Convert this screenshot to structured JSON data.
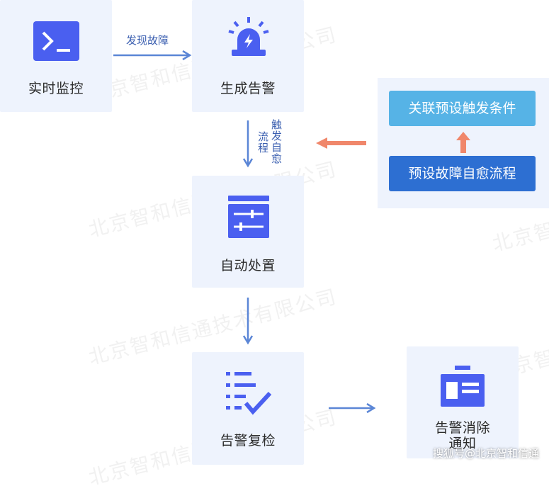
{
  "nodes": {
    "monitor": "实时监控",
    "alert": "生成告警",
    "auto": "自动处置",
    "recheck": "告警复检",
    "notify_line1": "告警消除",
    "notify_line2": "通知"
  },
  "edges": {
    "discover": "发现故障",
    "trigger_col1": "触发自愈",
    "trigger_col2": "流程"
  },
  "panel": {
    "condition": "关联预设触发条件",
    "preset": "预设故障自愈流程"
  },
  "watermark": "北京智和信通技术有限公司",
  "footer": "搜狐号@北京智和信通",
  "colors": {
    "card_bg": "#eef3fd",
    "icon_blue": "#4a5ff0",
    "arrow_blue": "#5b86d6",
    "arrow_orange": "#f0876b",
    "condition_bg": "#56b3e6",
    "preset_bg": "#2d6fd2"
  }
}
